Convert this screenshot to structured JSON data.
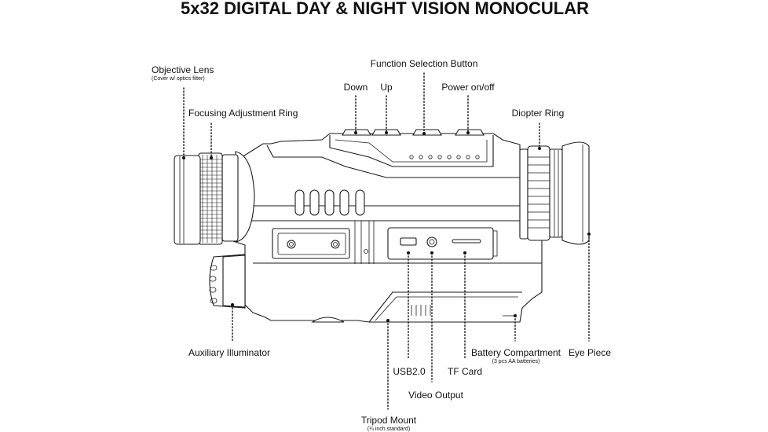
{
  "title": "5x32 DIGITAL DAY & NIGHT VISION MONOCULAR",
  "labels": {
    "objective_lens": "Objective Lens",
    "objective_lens_note": "(Cover w/ optics filter)",
    "focusing_ring": "Focusing Adjustment Ring",
    "function_button": "Function Selection Button",
    "down": "Down",
    "up": "Up",
    "power": "Power on/off",
    "diopter_ring": "Diopter Ring",
    "auxiliary_illuminator": "Auxiliary Illuminator",
    "usb": "USB2.0",
    "tf_card": "TF Card",
    "video_output": "Video Output",
    "battery_compartment": "Battery Compartment",
    "battery_note": "(3 pcs AA batteries)",
    "eye_piece": "Eye Piece",
    "tripod_mount": "Tripod Mount",
    "tripod_note": "(¼ inch standard)"
  }
}
